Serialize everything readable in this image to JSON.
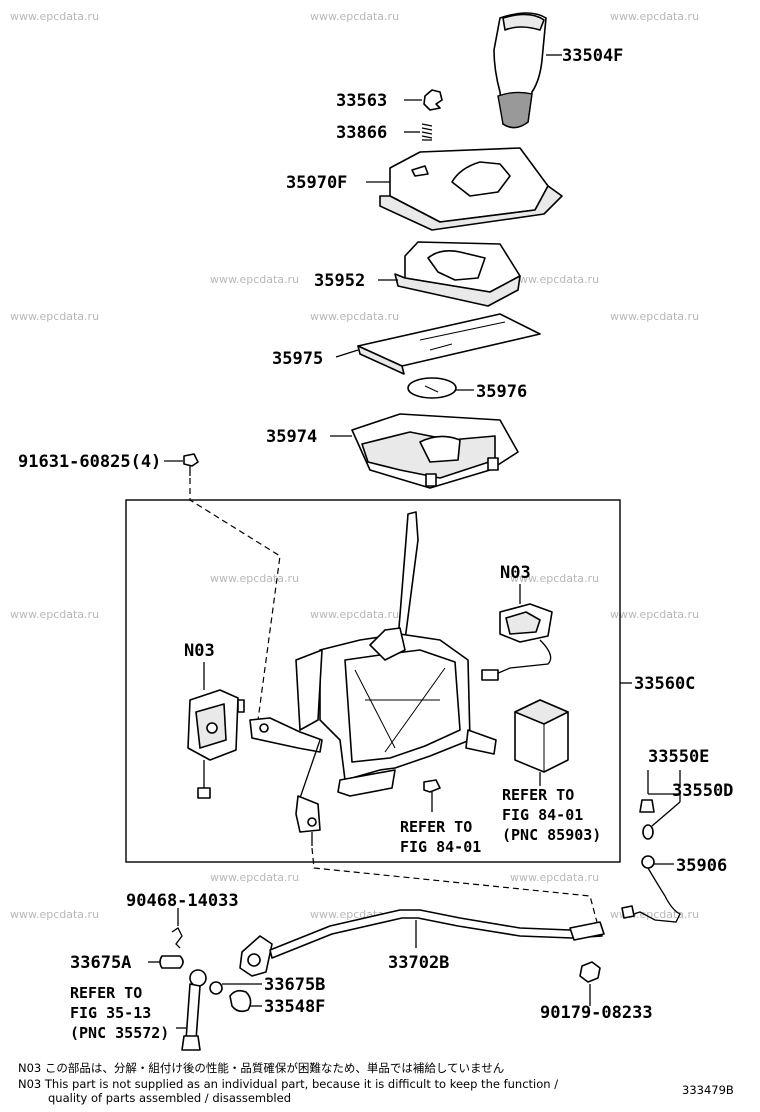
{
  "watermark": "www.epcdata.ru",
  "labels": {
    "p33504F": "33504F",
    "p33563": "33563",
    "p33866": "33866",
    "p35970F": "35970F",
    "p35952": "35952",
    "p35975": "35975",
    "p35976": "35976",
    "p35974": "35974",
    "p91631": "91631-60825(4)",
    "n03a": "N03",
    "n03b": "N03",
    "p33560C": "33560C",
    "p33550E": "33550E",
    "p33550D": "33550D",
    "p35906": "35906",
    "ref84a_1": "REFER TO",
    "ref84a_2": "FIG 84-01",
    "ref84a_3": "(PNC 85903)",
    "ref84b_1": "REFER TO",
    "ref84b_2": "FIG 84-01",
    "p90468": "90468-14033",
    "p33675A": "33675A",
    "p33702B": "33702B",
    "p33675B": "33675B",
    "p33548F": "33548F",
    "ref35_1": "REFER TO",
    "ref35_2": "FIG 35-13",
    "ref35_3": "(PNC 35572)",
    "p90179": "90179-08233"
  },
  "footnotes": {
    "jp": "N03  この部品は、分解・組付け後の性能・品質確保が困難なため、単品では補給していません",
    "en1": "N03  This part is not supplied as an individual part, because it is difficult to keep the function /",
    "en2": "quality of parts  assembled / disassembled"
  },
  "figure_id": "333479B"
}
